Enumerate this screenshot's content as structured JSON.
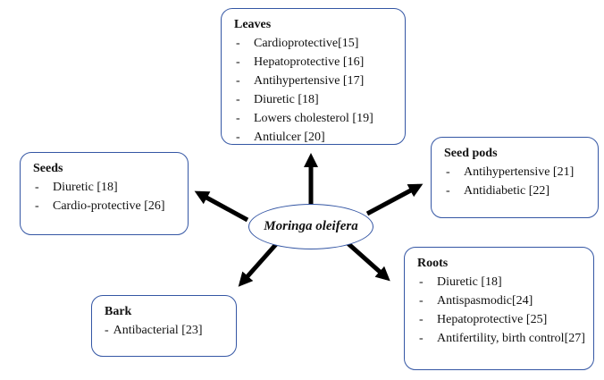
{
  "center": {
    "label": "Moringa oleifera"
  },
  "bullet": "-",
  "boxes": {
    "leaves": {
      "title": "Leaves",
      "items": [
        "Cardioprotective[15]",
        "Hepatoprotective [16]",
        "Antihypertensive [17]",
        "Diuretic [18]",
        "Lowers cholesterol [19]",
        "Antiulcer [20]"
      ]
    },
    "seeds": {
      "title": "Seeds",
      "items": [
        "Diuretic [18]",
        "Cardio-protective [26]"
      ]
    },
    "seed_pods": {
      "title": "Seed pods",
      "items": [
        "Antihypertensive [21]",
        "Antidiabetic [22]"
      ]
    },
    "bark": {
      "title": "Bark",
      "items": [
        "Antibacterial [23]"
      ]
    },
    "roots": {
      "title": "Roots",
      "items": [
        "Diuretic [18]",
        "Antispasmodic[24]",
        "Hepatoprotective [25]",
        "Antifertility, birth control[27]"
      ]
    }
  },
  "colors": {
    "box_border": "#3456a4",
    "arrow": "#000000",
    "text": "#111111",
    "background": "#ffffff"
  }
}
